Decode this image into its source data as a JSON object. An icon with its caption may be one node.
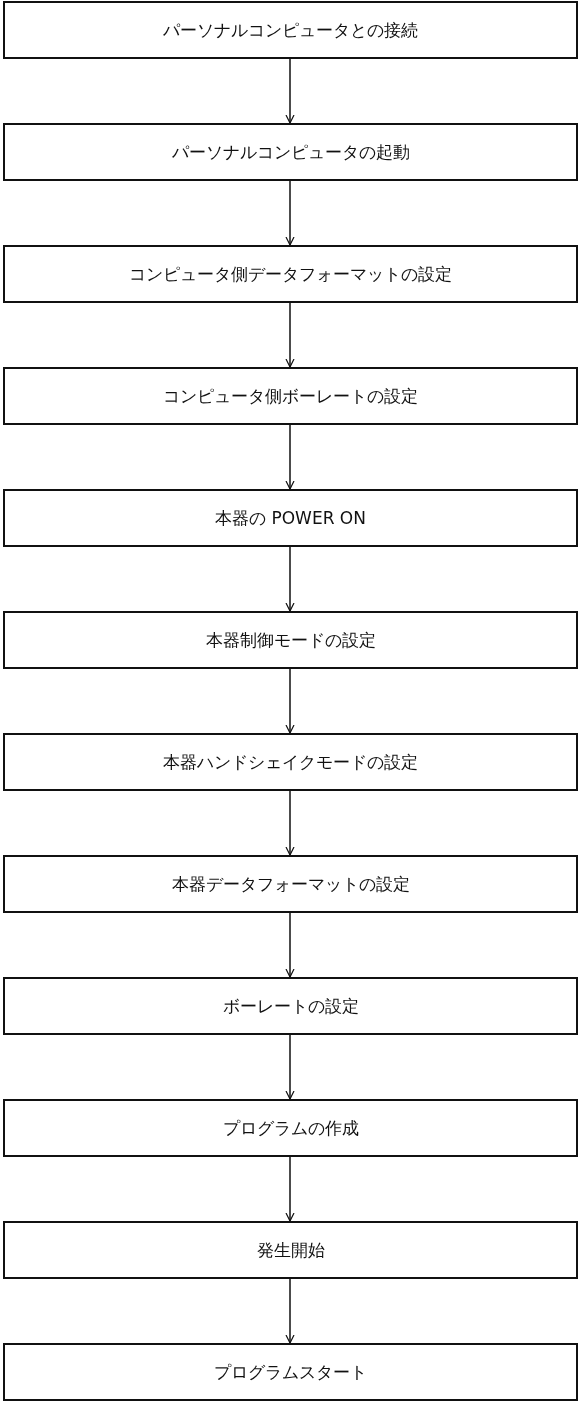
{
  "diagram": {
    "nodes": [
      {
        "text": [
          "パーソナルコンピュータとの接続"
        ]
      },
      {
        "text": [
          "パーソナルコンピュータの起動"
        ]
      },
      {
        "text": [
          "コンピュータ側データフォーマットの設定"
        ]
      },
      {
        "text": [
          "コンピュータ側ボーレートの設定"
        ]
      },
      {
        "text": [
          "本器の POWER ON"
        ]
      },
      {
        "text": [
          "本器制御モードの設定"
        ]
      },
      {
        "text": [
          "本器ハンドシェイクモードの設定"
        ]
      },
      {
        "text": [
          "本器データフォーマットの設定"
        ]
      },
      {
        "text": [
          "ボーレートの設定"
        ]
      },
      {
        "text": [
          "プログラムの作成"
        ]
      },
      {
        "text": [
          "発生開始"
        ]
      },
      {
        "text": [
          "プログラムスタート"
        ]
      }
    ],
    "edges": [
      {
        "from": 0,
        "to": 1,
        "arrow": "to"
      },
      {
        "from": 1,
        "to": 2,
        "arrow": "to"
      },
      {
        "from": 2,
        "to": 3,
        "arrow": "to"
      },
      {
        "from": 3,
        "to": 4,
        "arrow": "to"
      },
      {
        "from": 4,
        "to": 5,
        "arrow": "to"
      },
      {
        "from": 5,
        "to": 6,
        "arrow": "to"
      },
      {
        "from": 6,
        "to": 7,
        "arrow": "to"
      },
      {
        "from": 7,
        "to": 8,
        "arrow": "to"
      },
      {
        "from": 8,
        "to": 9,
        "arrow": "to"
      },
      {
        "from": 9,
        "to": 10,
        "arrow": "to"
      },
      {
        "from": 10,
        "to": 11,
        "arrow": "to"
      }
    ]
  }
}
